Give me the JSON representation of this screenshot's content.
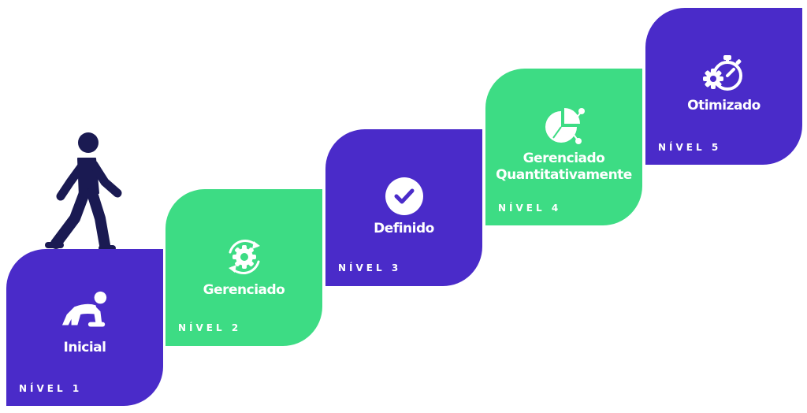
{
  "colors": {
    "purple": "#4a2bc9",
    "green": "#3ddc84",
    "figure": "#1a1a52",
    "text": "#ffffff"
  },
  "steps": [
    {
      "title": "Inicial",
      "level": "NÍVEL 1",
      "color": "#4a2bc9",
      "icon": "crouching-runner-icon"
    },
    {
      "title": "Gerenciado",
      "level": "NÍVEL 2",
      "color": "#3ddc84",
      "icon": "gear-cycle-icon"
    },
    {
      "title": "Definido",
      "level": "NÍVEL 3",
      "color": "#4a2bc9",
      "icon": "check-circle-icon"
    },
    {
      "title": "Gerenciado Quantitativamente",
      "level": "NÍVEL 4",
      "color": "#3ddc84",
      "icon": "pie-chart-nodes-icon"
    },
    {
      "title": "Otimizado",
      "level": "NÍVEL 5",
      "color": "#4a2bc9",
      "icon": "stopwatch-gear-icon"
    }
  ],
  "figure_icon": "walking-person-icon"
}
